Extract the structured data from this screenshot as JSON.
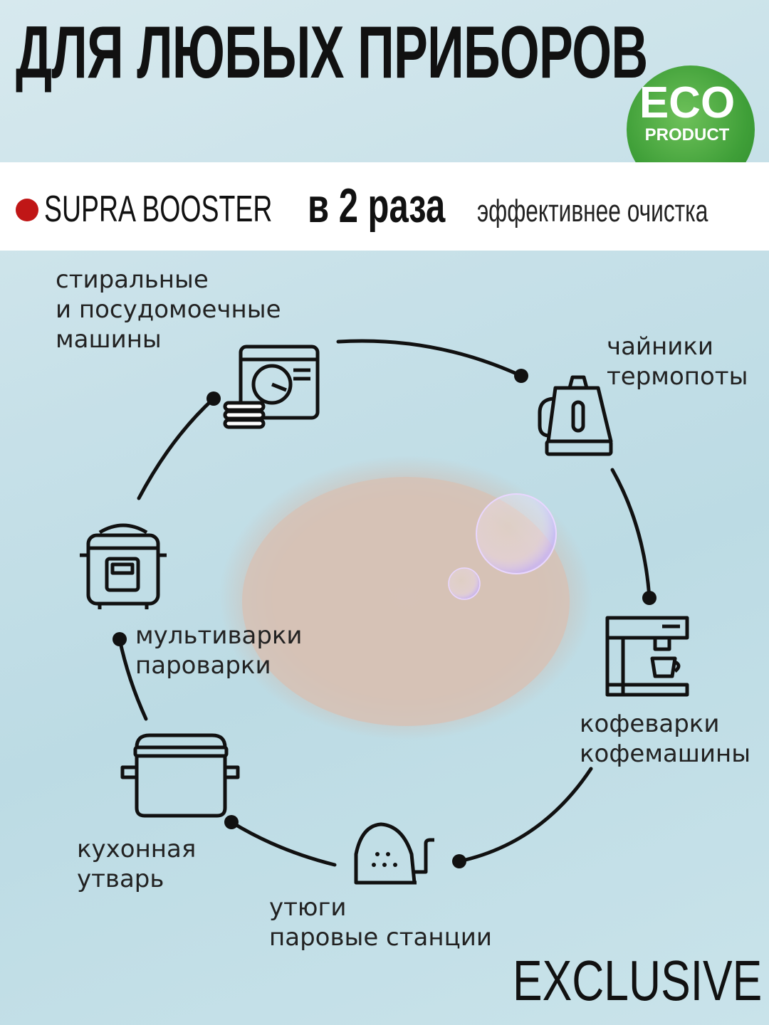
{
  "header": {
    "title": "ДЛЯ ЛЮБЫХ ПРИБОРОВ"
  },
  "badge": {
    "eco_text": "ECO",
    "product_text": "PRODUCT",
    "color": "#3f9f38"
  },
  "tagline": {
    "brand": "SUPRA BOOSTER",
    "times": "в 2 раза",
    "effect": "эффективнее очистка",
    "dot_color": "#c01616"
  },
  "appliances": [
    {
      "icon": "dishwasher-icon",
      "lines": [
        "стиральные",
        "и посудомоечные",
        "машины"
      ]
    },
    {
      "icon": "kettle-icon",
      "lines": [
        "чайники",
        "термопоты"
      ]
    },
    {
      "icon": "coffee-machine-icon",
      "lines": [
        "кофеварки",
        "кофемашины"
      ]
    },
    {
      "icon": "iron-icon",
      "lines": [
        "утюги",
        "паровые станции"
      ]
    },
    {
      "icon": "pot-icon",
      "lines": [
        "кухонная",
        "утварь"
      ]
    },
    {
      "icon": "multicooker-icon",
      "lines": [
        "мультиварки",
        "пароварки"
      ]
    }
  ],
  "footer": {
    "label": "EXCLUSIVE"
  }
}
